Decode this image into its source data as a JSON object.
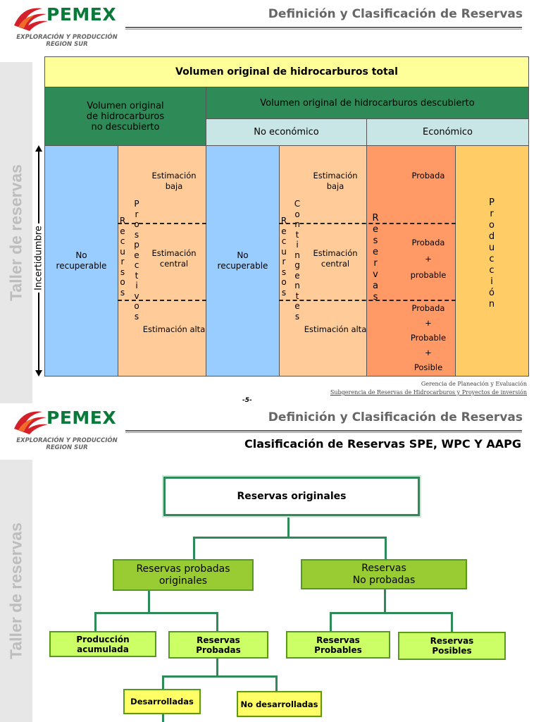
{
  "header": {
    "logo_word": "PEMEX",
    "logo_sub_1": "EXPLORACIÓN Y PRODUCCIÓN",
    "logo_sub_2": "REGION SUR",
    "slide_title": "Definición y Clasificación de Reservas",
    "side_text": "Taller de reservas"
  },
  "table": {
    "top_title": "Volumen original de hidrocarburos total",
    "undiscovered": "Volumen original\nde hidrocarburos\nno descubierto",
    "discovered": "Volumen original de hidrocarburos descubierto",
    "no_economic": "No económico",
    "economic": "Económico",
    "uncertainty": "Incertidumbre",
    "no_recoverable": "No\nrecuperable",
    "est_low": "Estimación\nbaja",
    "est_central": "Estimación\ncentral",
    "est_high": "Estimación alta",
    "recursos": "R\ne\nc\nu\nr\ns\no\ns",
    "prospectivos": "P\nr\no\ns\np\ne\nc\nt\ni\nv\no\ns",
    "contingentes": "C\no\nn\nt\ni\nn\ng\ne\nn\nt\ne\ns",
    "reservas": "R\ne\ns\ne\nr\nv\na\ns",
    "produccion": "P\nr\no\nd\nu\nc\nc\ni\nó\nn",
    "probada": "Probada",
    "probada_probable": "Probada\n+\nprobable",
    "probada_probable_posible": "Probada\n+\nProbable\n+\nPosible"
  },
  "footer": {
    "line1": "Gerencia de Planeación y Evaluación",
    "line2": "Subgerencia de Reservas de Hidrocarburos y Proyectos de inversión",
    "page": "-5-"
  },
  "slide2": {
    "subtitle": "Clasificación de Reservas SPE, WPC Y AAPG",
    "root": "Reservas originales",
    "proven_orig": "Reservas probadas\noriginales",
    "not_proven": "Reservas\nNo probadas",
    "cum_prod": "Producción\nacumulada",
    "proven": "Reservas\nProbadas",
    "probable": "Reservas\nProbables",
    "possible": "Reservas\nPosibles",
    "developed": "Desarrolladas",
    "undeveloped": "No desarrolladas"
  },
  "colors": {
    "pemex_green": "#0a7a3a",
    "pemex_red": "#d4202a",
    "header_gray": "#666666"
  }
}
